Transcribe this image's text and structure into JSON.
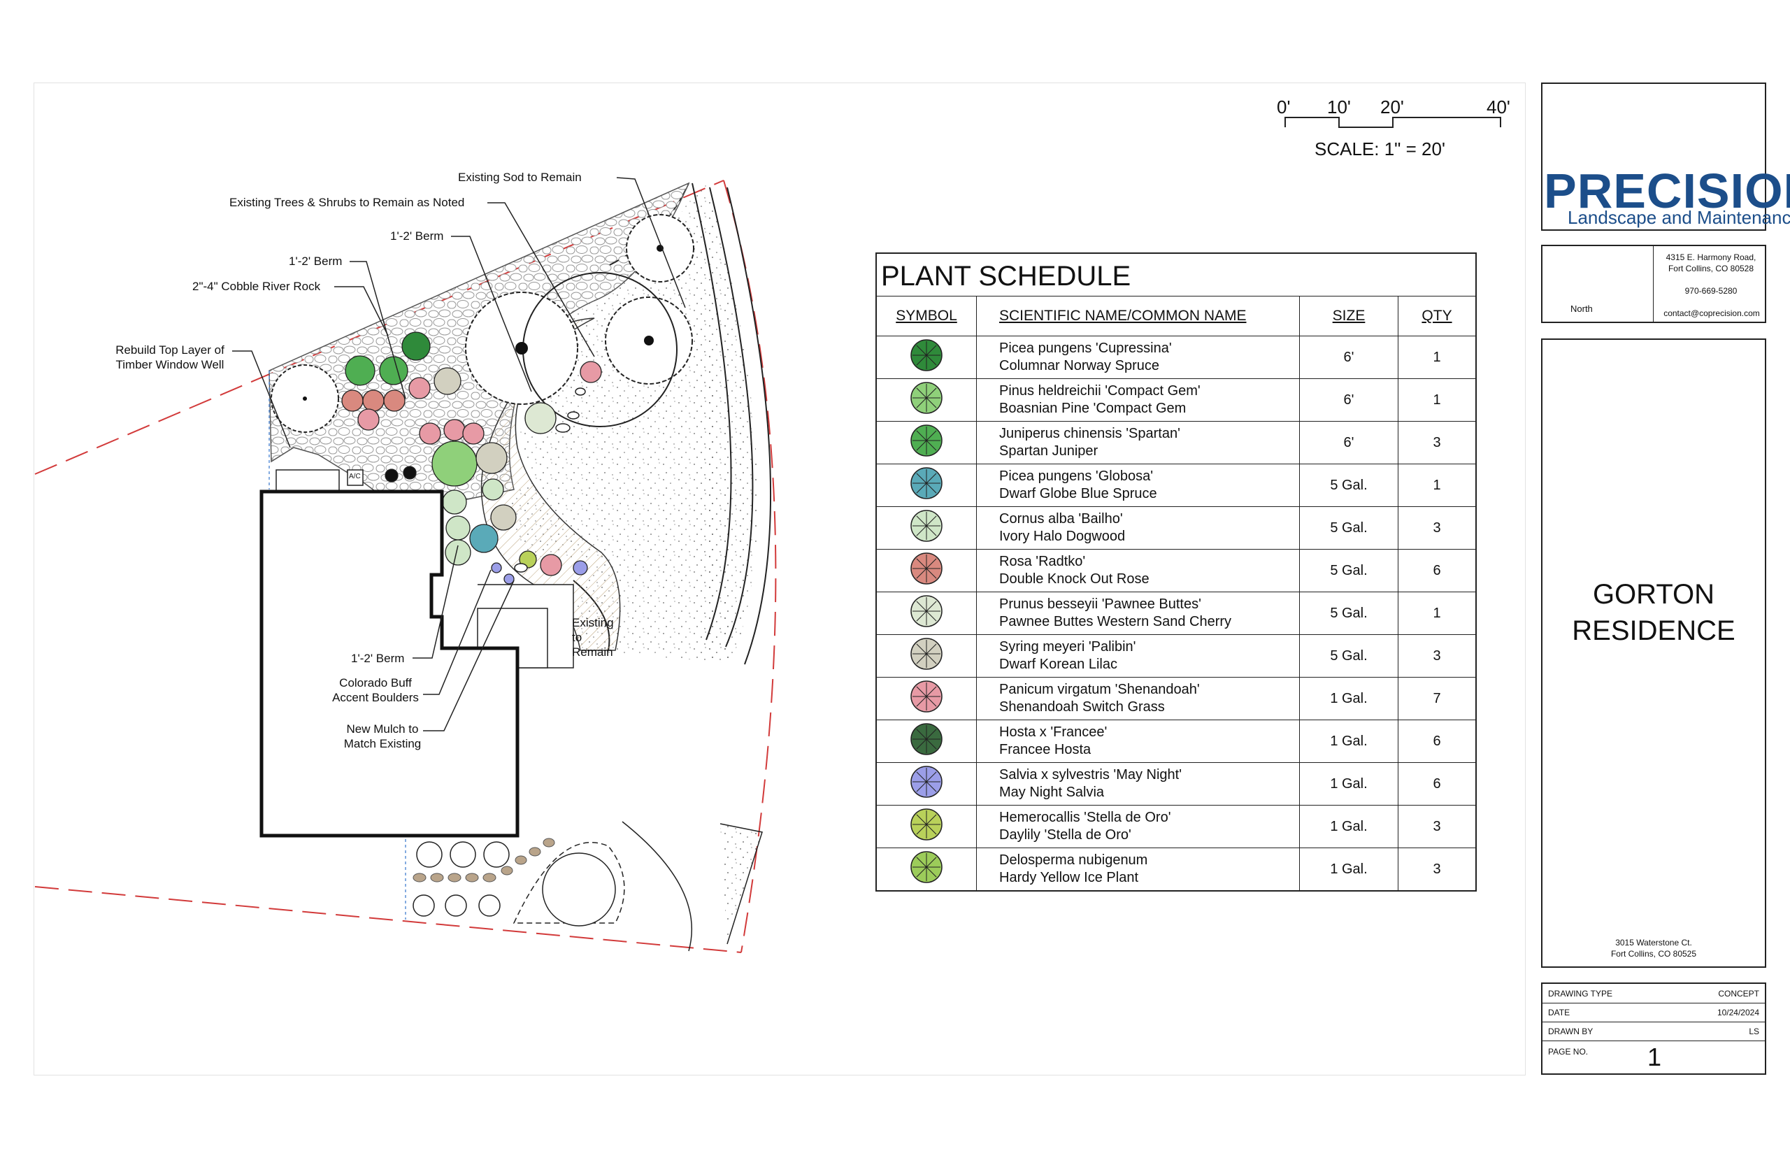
{
  "callouts": {
    "sod": "Existing Sod to Remain",
    "trees": "Existing Trees & Shrubs to Remain as Noted",
    "berm_top": "1'-2' Berm",
    "berm_left": "1'-2' Berm",
    "cobble": "2\"-4\" Cobble River Rock",
    "rebuild_1": "Rebuild Top Layer of",
    "rebuild_2": "Timber Window Well",
    "ac": "A/C",
    "berm_bottom": "1'-2' Berm",
    "boulders_1": "Colorado Buff",
    "boulders_2": "Accent Boulders",
    "mulch_1": "New Mulch to",
    "mulch_2": "Match Existing",
    "existing_1": "Existing",
    "existing_2": "to",
    "existing_3": "Remain"
  },
  "scale": {
    "ticks": [
      "0'",
      "10'",
      "20'",
      "40'"
    ],
    "text": "SCALE: 1\" = 20'"
  },
  "schedule": {
    "title": "PLANT SCHEDULE",
    "headers": {
      "symbol": "SYMBOL",
      "name": "SCIENTIFIC NAME/COMMON NAME",
      "size": "SIZE",
      "qty": "QTY"
    },
    "rows": [
      {
        "sci": "Picea pungens 'Cupressina'",
        "common": "Columnar Norway Spruce",
        "size": "6'",
        "qty": "1",
        "symbol": "spruce-icon",
        "color": "#2f8a3a"
      },
      {
        "sci": "Pinus heldreichii 'Compact Gem'",
        "common": "Boasnian Pine 'Compact Gem",
        "size": "6'",
        "qty": "1",
        "symbol": "pine-icon",
        "color": "#8fd07a"
      },
      {
        "sci": "Juniperus chinensis 'Spartan'",
        "common": "Spartan Juniper",
        "size": "6'",
        "qty": "3",
        "symbol": "juniper-icon",
        "color": "#4fae52"
      },
      {
        "sci": "Picea pungens 'Globosa'",
        "common": "Dwarf Globe Blue Spruce",
        "size": "5 Gal.",
        "qty": "1",
        "symbol": "globe-spruce-icon",
        "color": "#5aaab8"
      },
      {
        "sci": "Cornus alba 'Bailho'",
        "common": "Ivory Halo Dogwood",
        "size": "5 Gal.",
        "qty": "3",
        "symbol": "dogwood-icon",
        "color": "#cfe6c7"
      },
      {
        "sci": "Rosa 'Radtko'",
        "common": "Double Knock Out Rose",
        "size": "5 Gal.",
        "qty": "6",
        "symbol": "rose-icon",
        "color": "#d9897f"
      },
      {
        "sci": "Prunus besseyii 'Pawnee Buttes'",
        "common": "Pawnee Buttes Western Sand Cherry",
        "size": "5 Gal.",
        "qty": "1",
        "symbol": "sand-cherry-icon",
        "color": "#dde8d3"
      },
      {
        "sci": "Syring meyeri 'Palibin'",
        "common": "Dwarf Korean Lilac",
        "size": "5 Gal.",
        "qty": "3",
        "symbol": "lilac-icon",
        "color": "#d2d0c0"
      },
      {
        "sci": "Panicum virgatum 'Shenandoah'",
        "common": "Shenandoah Switch Grass",
        "size": "1 Gal.",
        "qty": "7",
        "symbol": "switch-grass-icon",
        "color": "#e79aa5"
      },
      {
        "sci": "Hosta x 'Francee'",
        "common": "Francee Hosta",
        "size": "1 Gal.",
        "qty": "6",
        "symbol": "hosta-icon",
        "color": "#3a6a3f"
      },
      {
        "sci": "Salvia x sylvestris 'May Night'",
        "common": "May Night Salvia",
        "size": "1 Gal.",
        "qty": "6",
        "symbol": "salvia-icon",
        "color": "#9b9ee8"
      },
      {
        "sci": "Hemerocallis 'Stella de Oro'",
        "common": "Daylily 'Stella de Oro'",
        "size": "1 Gal.",
        "qty": "3",
        "symbol": "daylily-icon",
        "color": "#b9d15a"
      },
      {
        "sci": "Delosperma nubigenum",
        "common": "Hardy Yellow Ice Plant",
        "size": "1 Gal.",
        "qty": "3",
        "symbol": "ice-plant-icon",
        "color": "#9ccc5a"
      }
    ]
  },
  "logo": {
    "word": "PRECISION",
    "sub": "Landscape and Maintenance",
    "brand_color": "#1c4e8a",
    "accent_color": "#f2c230"
  },
  "company": {
    "north": "North",
    "addr1": "4315 E. Harmony Road,",
    "addr2": "Fort Collins, CO 80528",
    "phone": "970-669-5280",
    "email": "contact@coprecision.com"
  },
  "project": {
    "name1": "GORTON",
    "name2": "RESIDENCE",
    "addr1": "3015 Waterstone Ct.",
    "addr2": "Fort Collins, CO 80525"
  },
  "info": {
    "drawing_type_label": "DRAWING TYPE",
    "drawing_type": "CONCEPT",
    "date_label": "DATE",
    "date": "10/24/2024",
    "drawn_by_label": "DRAWN BY",
    "drawn_by": "LS",
    "page_label": "PAGE NO.",
    "page": "1"
  }
}
